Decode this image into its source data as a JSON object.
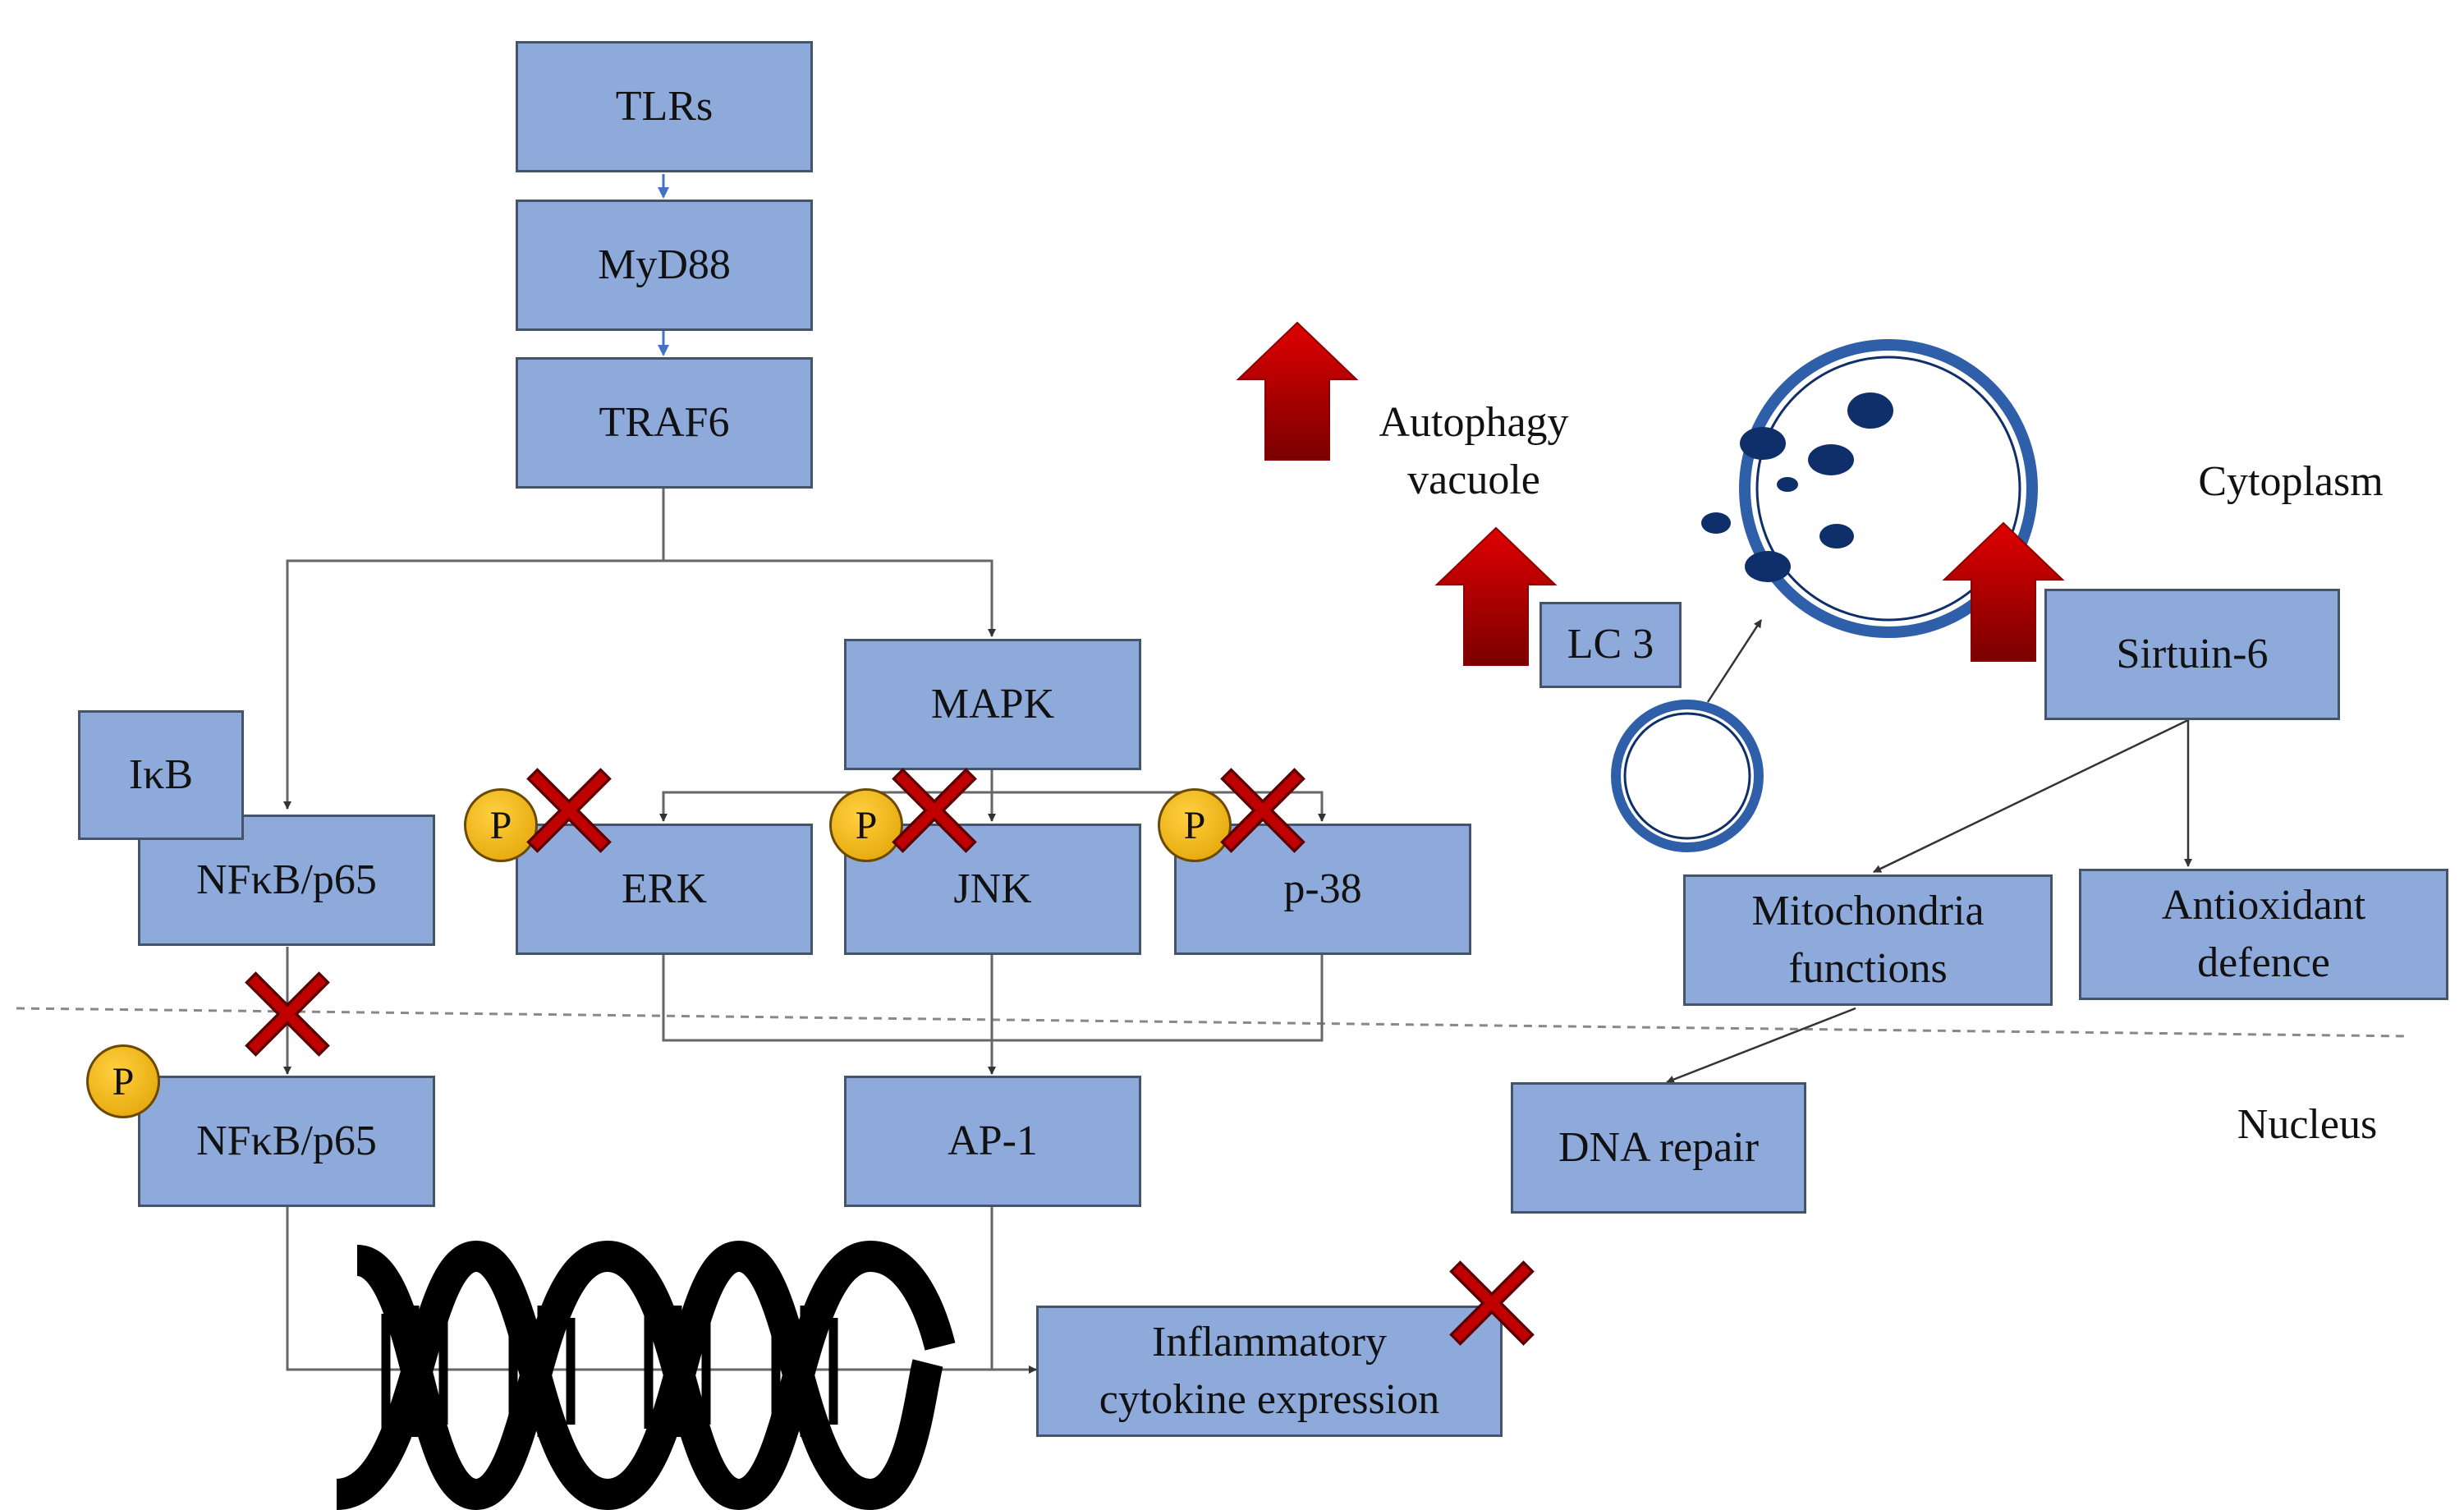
{
  "nodes": {
    "tlrs": "TLRs",
    "myd88": "MyD88",
    "traf6": "TRAF6",
    "mapk": "MAPK",
    "ikb": "IκB",
    "nfkb_cyto": "NFκB/p65",
    "erk": "ERK",
    "jnk": "JNK",
    "p38": "p-38",
    "nfkb_nuc": "NFκB/p65",
    "ap1": "AP-1",
    "lc3": "LC 3",
    "sirtuin6": "Sirtuin-6",
    "mito_line1": "Mitochondria",
    "mito_line2": "functions",
    "antiox_line1": "Antioxidant",
    "antiox_line2": "defence",
    "dna_repair": "DNA repair",
    "inflam_line1": "Inflammatory",
    "inflam_line2": "cytokine expression"
  },
  "labels": {
    "autophagy_line1": "Autophagy",
    "autophagy_line2": "vacuole",
    "cytoplasm": "Cytoplasm",
    "nucleus": "Nucleus",
    "phospho": "P"
  },
  "colors": {
    "box_fill": "#8eaadb",
    "box_border": "#44546a",
    "inhibit_x": "#c00000",
    "up_arrow": "#c00000",
    "vacuole_ring": "#2e5fa8",
    "vacuole_dots": "#0f2f6a",
    "phospho_fill": "#f0b400"
  },
  "icons": [
    "inhibition-x-icon",
    "up-arrow-icon",
    "phosphate-icon",
    "dna-helix-icon",
    "vacuole-icon"
  ]
}
